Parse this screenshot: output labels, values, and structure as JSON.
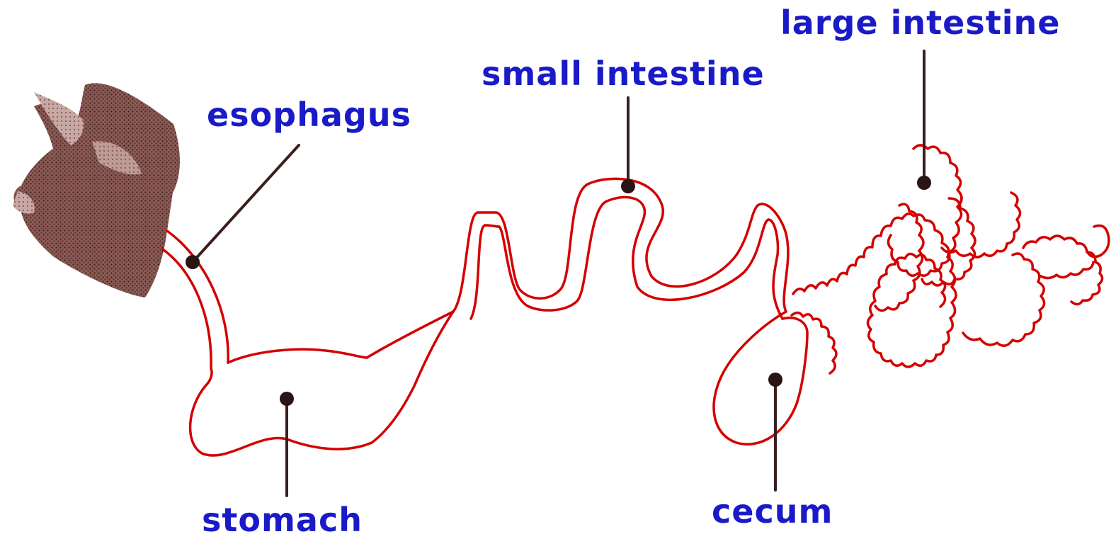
{
  "labels": {
    "esophagus": "esophagus",
    "stomach": "stomach",
    "small_intestine": "small intestine",
    "cecum": "cecum",
    "large_intestine": "large intestine"
  },
  "colors": {
    "label_text": "#1a1ac8",
    "organ_outline": "#d40000",
    "leader_line": "#3a1f1f",
    "head": "#7a4a45"
  },
  "icons": {
    "head": "animal-head-icon"
  }
}
